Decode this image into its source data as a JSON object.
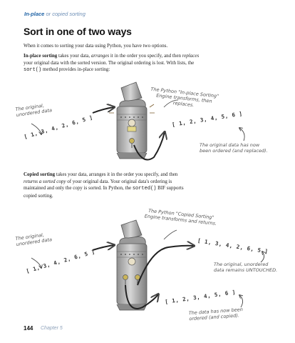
{
  "header": {
    "running_head_part1": "In-place",
    "running_head_or": "or",
    "running_head_part2": "copied sorting"
  },
  "title": "Sort in one of two ways",
  "intro": "When it comes to sorting your data using Python, you have two options.",
  "inplace": {
    "lead": "In-place sorting",
    "t1": " takes your data, ",
    "em1": "arranges",
    "t2": " it in the order you specify, and then ",
    "em2": "replaces",
    "t3": " your original data with the sorted version. The original ordering is lost. With lists, the ",
    "code": "sort()",
    "t4": " method provides in-place sorting:"
  },
  "copied": {
    "lead": "Copied sorting",
    "t1": " takes your data, arranges it in the order you specify, and then ",
    "em1": "returns a sorted copy",
    "t2": " of your original data. Your original data's ordering is maintained and only the copy is sorted. In Python, the ",
    "code": "sorted()",
    "t3": " BIF supports copied sorting."
  },
  "diagram1": {
    "engine_label": "The Python \"In-place Sorting\" Engine transforms, then replaces.",
    "left_label": "The original, unordered data",
    "unsorted": "[ 1, 3, 4, 2, 6, 5 ]",
    "sorted": "[ 1, 2, 3, 4, 5, 6 ]",
    "right_note": "The original data has now been ordered (and replaced)."
  },
  "diagram2": {
    "engine_label": "The Python \"Copied Sorting\" Engine transforms and returns.",
    "left_label": "The original, unordered data",
    "unsorted_in": "[ 1, 3, 4, 2, 6, 5 ]",
    "unsorted_kept": "[ 1, 3, 4, 2, 6, 5 ]",
    "kept_note": "The original, unordered data remains UNTOUCHED.",
    "sorted": "[ 1, 2, 3, 4, 5, 6 ]",
    "sorted_note": "The data has now been ordered (and copied)."
  },
  "footer": {
    "page_number": "144",
    "chapter": "Chapter 5"
  }
}
